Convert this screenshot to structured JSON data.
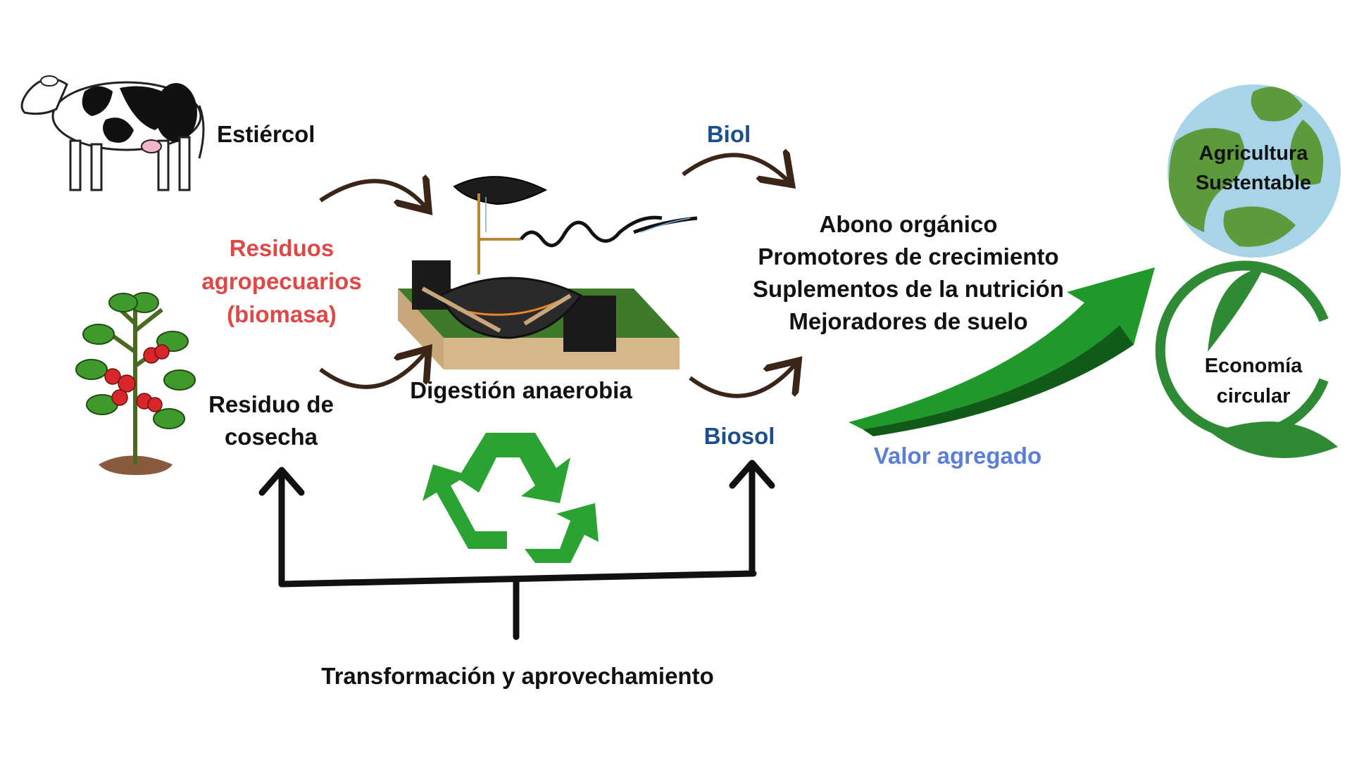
{
  "inputs": {
    "manure": "Estiércol",
    "waste_line1": "Residuos",
    "waste_line2": "agropecuarios",
    "waste_line3": "(biomasa)",
    "harvest_line1": "Residuo de",
    "harvest_line2": "cosecha"
  },
  "process": {
    "digestion": "Digestión anaerobia",
    "transformation": "Transformación y aprovechamiento"
  },
  "products": {
    "biol": "Biol",
    "biosol": "Biosol",
    "uses": [
      "Abono orgánico",
      "Promotores de crecimiento",
      "Suplementos de la nutrición",
      "Mejoradores de suelo"
    ]
  },
  "value": {
    "label": "Valor agregado"
  },
  "outcomes": {
    "agriculture_line1": "Agricultura",
    "agriculture_line2": "Sustentable",
    "economy_line1": "Economía",
    "economy_line2": "circular"
  },
  "colors": {
    "residue_red": "#e04848",
    "product_blue": "#1a4f8c",
    "value_blue": "#5b7fd6",
    "arrow_green": "#1f9a2a",
    "recycle_green": "#2aa333",
    "curved_arrow_brown": "#3b2418"
  }
}
